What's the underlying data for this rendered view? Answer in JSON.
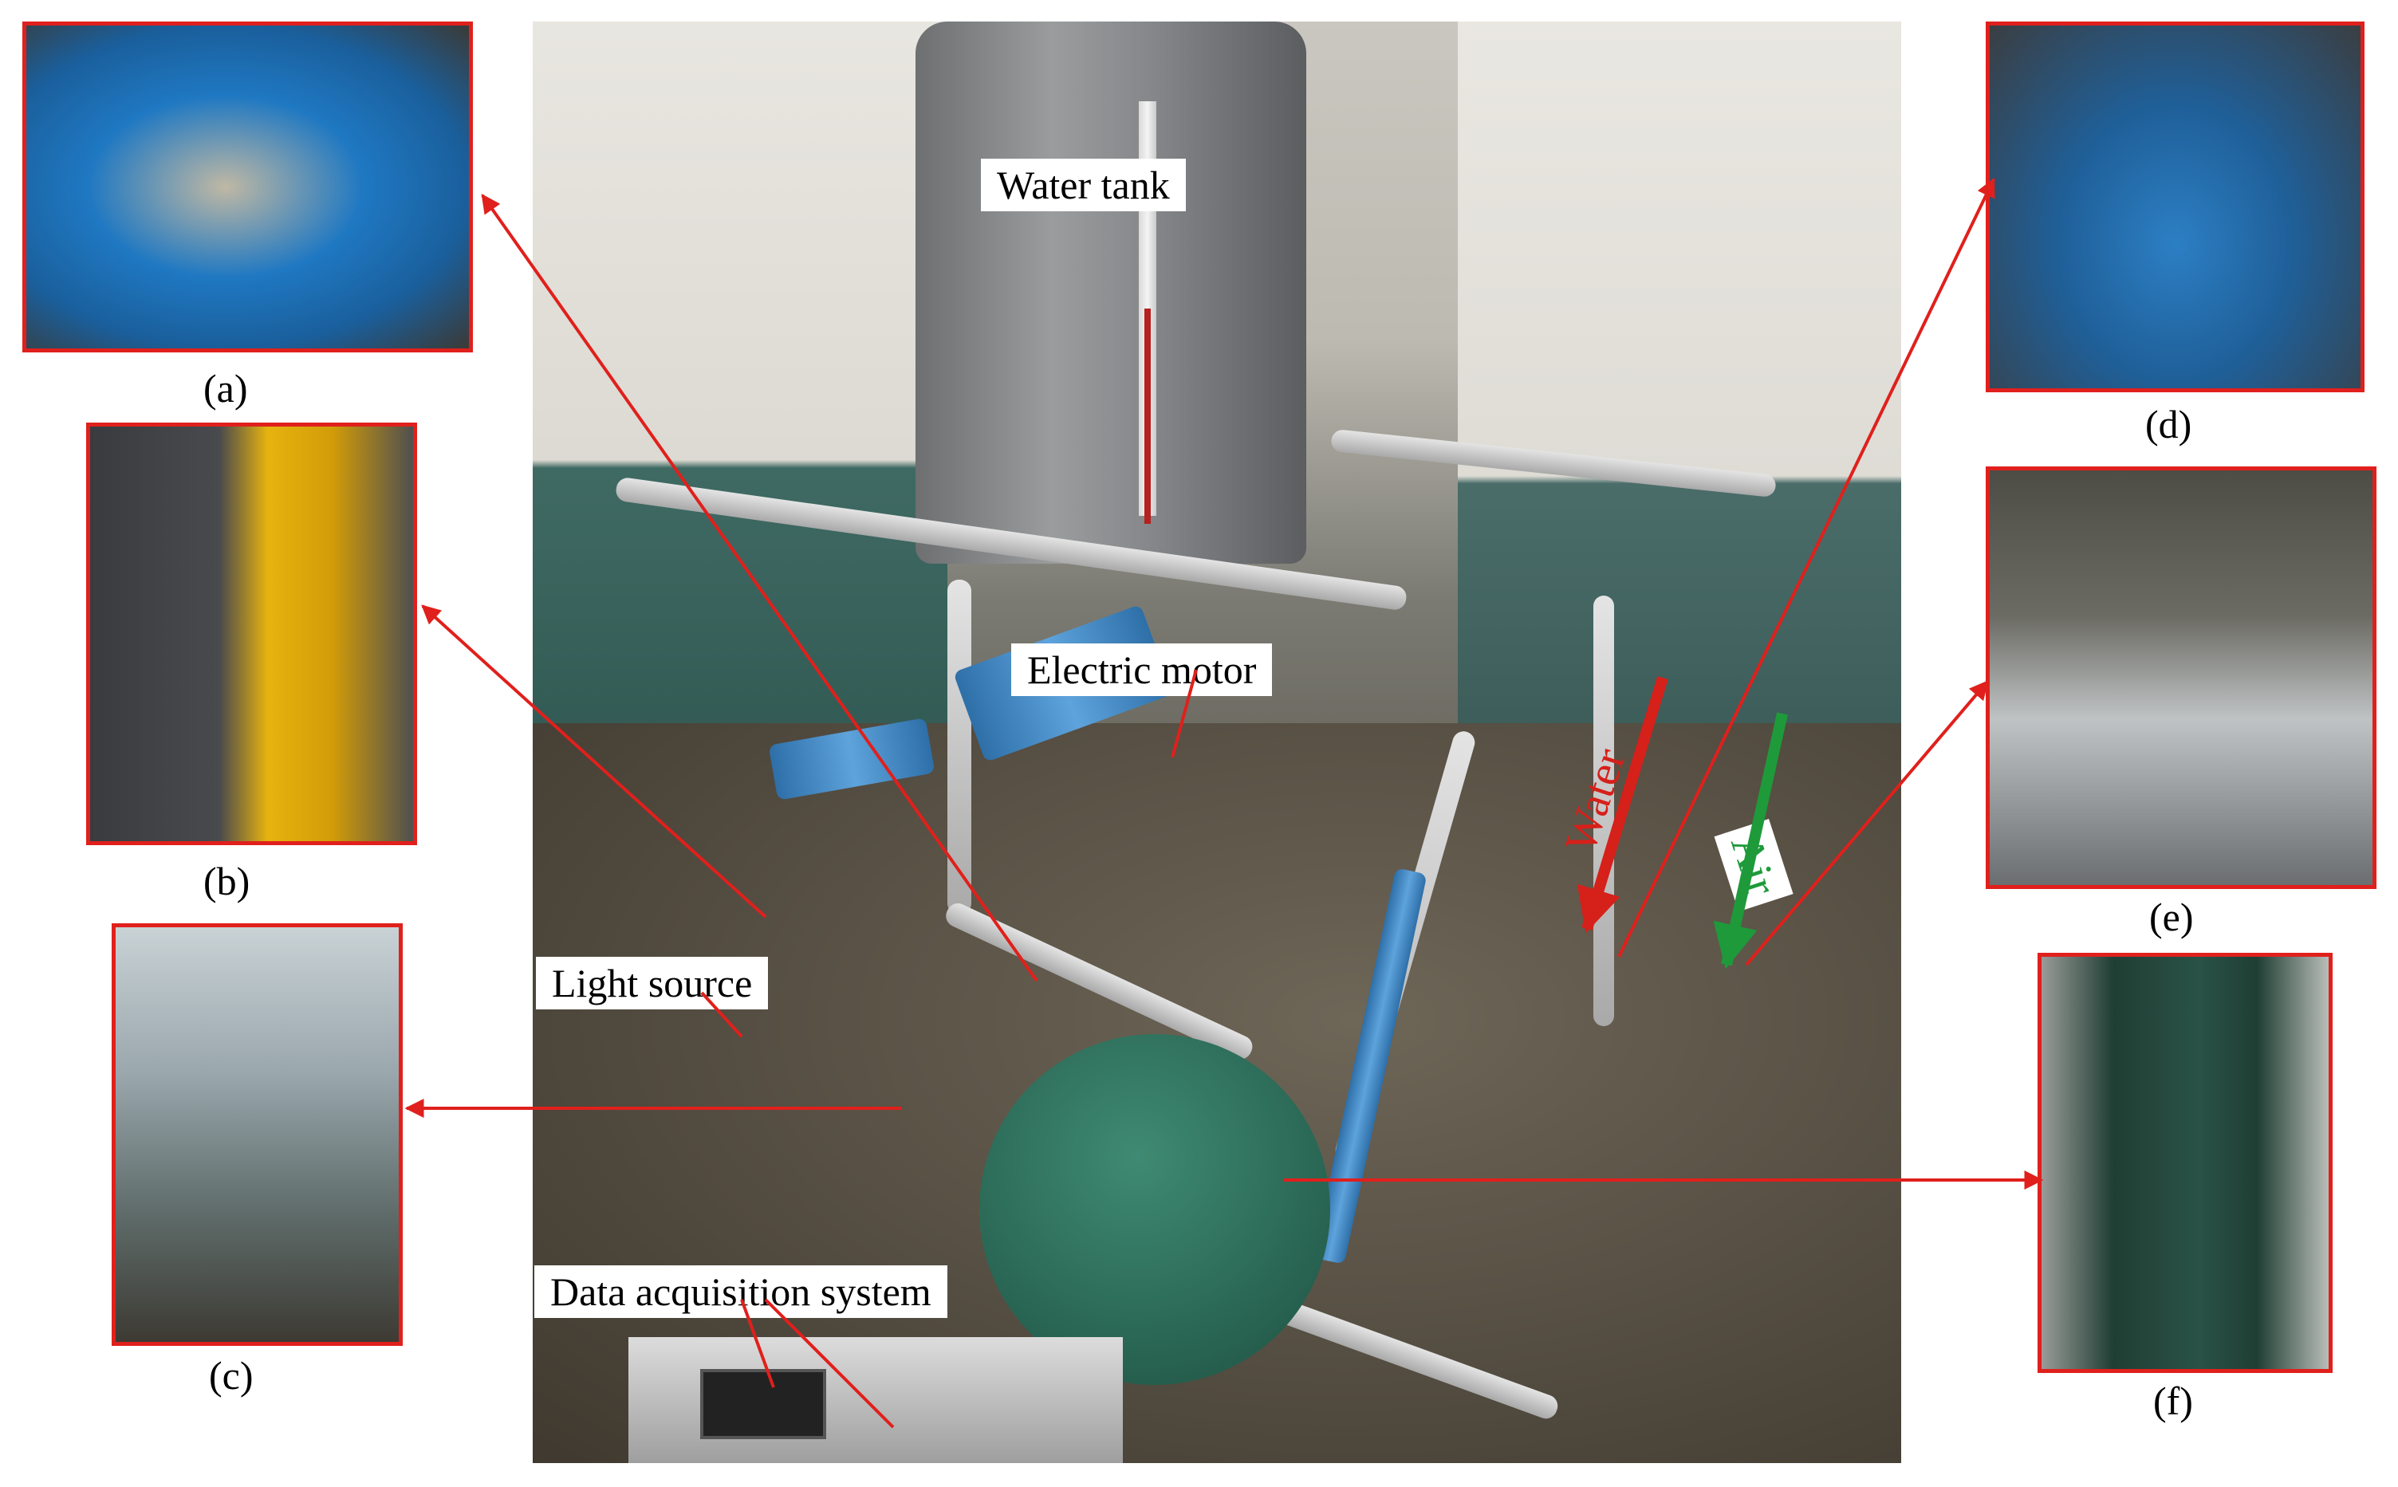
{
  "main_photo": {
    "labels": {
      "water_tank": "Water tank",
      "electric_motor": "Electric motor",
      "light_source": "Light source",
      "data_acquisition": "Data acquisition system",
      "water_flow": "Water",
      "air_flow": "Air"
    }
  },
  "insets": [
    {
      "caption": "(a)"
    },
    {
      "caption": "(b)"
    },
    {
      "caption": "(c)"
    },
    {
      "caption": "(d)"
    },
    {
      "caption": "(e)"
    },
    {
      "caption": "(f)"
    }
  ],
  "colors": {
    "frame": "#e0201c",
    "arrow": "#e0201c",
    "water_arrow": "#d6201a",
    "air_arrow": "#1e9a3a"
  }
}
